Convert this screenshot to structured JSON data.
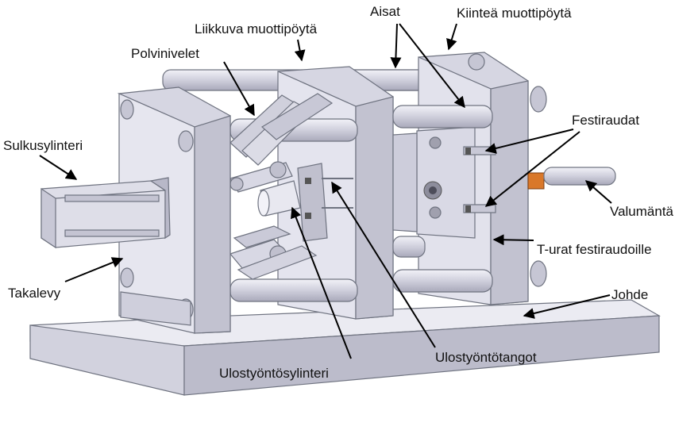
{
  "diagram": {
    "labels": {
      "aisat": "Aisat",
      "kiintea_muottipoyta": "Kiinteä muottipöytä",
      "liikkuva_muottipoyta": "Liikkuva muottipöytä",
      "polvinivelet": "Polvinivelet",
      "festiraudat": "Festiraudat",
      "sulkusylinteri": "Sulkusylinteri",
      "valumanta": "Valumäntä",
      "t_urat": "T-urat festiraudoille",
      "takalevy": "Takalevy",
      "johde": "Johde",
      "ulostyontotangot": "Ulostyöntötangot",
      "ulostyontosylinteri": "Ulostyöntösylinteri"
    },
    "colors": {
      "body_light": "#e4e4ee",
      "body_mid": "#cfcfdc",
      "body_dark": "#b4b4c4",
      "edge": "#6f7380",
      "nozzle": "#d9782a",
      "label": "#111111"
    }
  }
}
